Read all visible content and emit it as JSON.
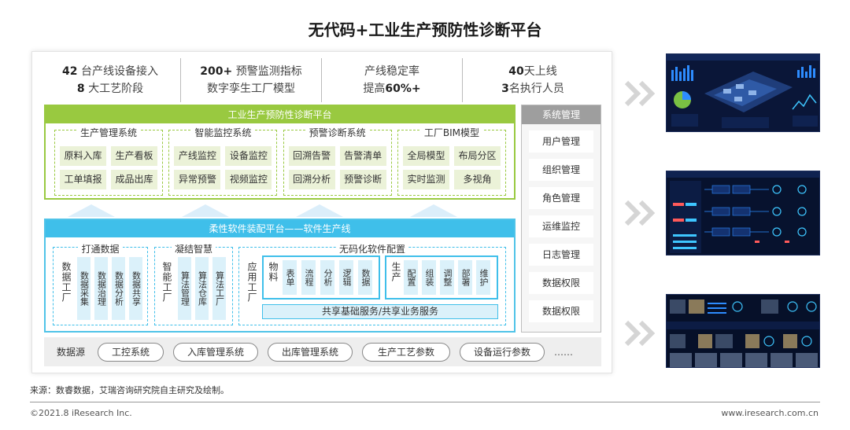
{
  "title": "无代码+工业生产预防性诊断平台",
  "stats": [
    {
      "line1_num": "42",
      "line1_text": " 台产线设备接入",
      "line2_num": "8",
      "line2_text": " 大工艺阶段"
    },
    {
      "line1_num": "200+",
      "line1_text": " 预警监测指标",
      "line2_num": "",
      "line2_text": "数字孪生工厂模型"
    },
    {
      "line1_num": "",
      "line1_text": "产线稳定率",
      "line2_num": "",
      "line2_text": "提高",
      "line2_tail": "60%+"
    },
    {
      "line1_num": "40",
      "line1_text": "天上线",
      "line2_num": "3",
      "line2_text": "名执行人员"
    }
  ],
  "green_panel": {
    "header": "工业生产预防性诊断平台",
    "groups": [
      {
        "title": "生产管理系统",
        "items": [
          "原料入库",
          "生产看板",
          "工单填报",
          "成品出库"
        ]
      },
      {
        "title": "智能监控系统",
        "items": [
          "产线监控",
          "设备监控",
          "异常预警",
          "视频监控"
        ]
      },
      {
        "title": "预警诊断系统",
        "items": [
          "回溯告警",
          "告警清单",
          "回溯分析",
          "预警诊断"
        ]
      },
      {
        "title": "工厂BIM模型",
        "items": [
          "全局模型",
          "布局分区",
          "实时监测",
          "多视角"
        ]
      }
    ]
  },
  "system_mgmt": {
    "header": "系统管理",
    "items": [
      "用户管理",
      "组织管理",
      "角色管理",
      "运维监控",
      "日志管理",
      "数据权限",
      "数据权限"
    ]
  },
  "blue_panel": {
    "header": "柔性软件装配平台——软件生产线",
    "data": {
      "title": "打通数据",
      "label": "数据工厂",
      "items": [
        "数据采集",
        "数据治理",
        "数据分析",
        "数据共享"
      ]
    },
    "wisdom": {
      "title": "凝结智慧",
      "label": "智能工厂",
      "items": [
        "算法管理",
        "算法仓库",
        "算法工厂"
      ]
    },
    "nocode": {
      "title": "无码化软件配置",
      "label": "应用工厂",
      "material": {
        "label": "物料",
        "items": [
          "表单",
          "流程",
          "分析",
          "逻辑",
          "数据"
        ]
      },
      "production": {
        "label": "生产",
        "items": [
          "配置",
          "组装",
          "调整",
          "部署",
          "维护"
        ]
      },
      "service": "共享基础服务/共享业务服务"
    }
  },
  "data_source": {
    "label": "数据源",
    "items": [
      "工控系统",
      "入库管理系统",
      "出库管理系统",
      "生产工艺参数",
      "设备运行参数"
    ],
    "more": "……"
  },
  "footer": {
    "source": "来源：数睿数据，艾瑞咨询研究院自主研究及绘制。",
    "copyright": "©2021.8 iResearch Inc.",
    "url": "www.iresearch.com.cn"
  },
  "colors": {
    "green": "#99c940",
    "blue": "#3fbfea",
    "gray": "#9e9e9e"
  }
}
